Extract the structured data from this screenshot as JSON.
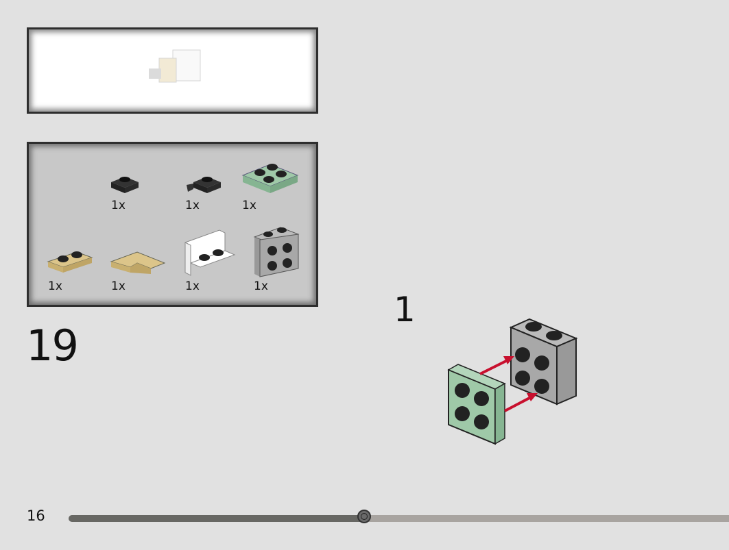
{
  "step": {
    "number": "19",
    "sub_step": "1"
  },
  "parts_list": [
    {
      "name": "black-plate-1x1",
      "qty": "1x",
      "color": "#333333"
    },
    {
      "name": "black-plate-clip",
      "qty": "1x",
      "color": "#333333"
    },
    {
      "name": "sand-green-plate-2x2",
      "qty": "1x",
      "color": "#9fc9a8"
    },
    {
      "name": "tan-plate-1x2",
      "qty": "1x",
      "color": "#dcc58a"
    },
    {
      "name": "tan-corner-tile",
      "qty": "1x",
      "color": "#dcc58a"
    },
    {
      "name": "white-bracket",
      "qty": "1x",
      "color": "#ffffff"
    },
    {
      "name": "grey-brick-studs-side",
      "qty": "1x",
      "color": "#a8a8a8"
    }
  ],
  "navigation": {
    "page_number": "16",
    "progress": 0.44
  },
  "colors": {
    "arrow": "#c8102e",
    "background": "#e1e1e1"
  }
}
